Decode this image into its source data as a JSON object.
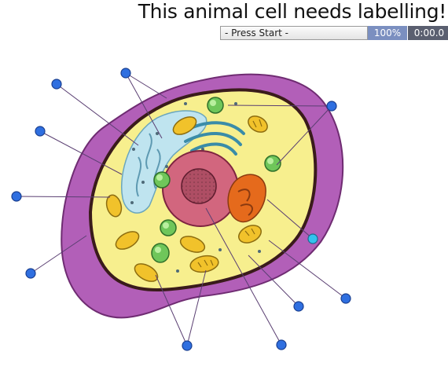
{
  "header": {
    "title": "This animal cell needs labelling!"
  },
  "status": {
    "prompt": "- Press Start -",
    "score": "100%",
    "timer": "0:00.0"
  },
  "colors": {
    "pin": "#2f6fe0",
    "pin_active": "#33c2ee",
    "leader_line": "#5a3f72",
    "membrane": "#b25fb8",
    "cytoplasm": "#f7ef8e",
    "nucleus": "#d2667e",
    "er": "#bfe4ef",
    "golgi": "#3a8ca8",
    "mitochondria": "#f1c22b",
    "vacuole": "#6fc65a"
  }
}
